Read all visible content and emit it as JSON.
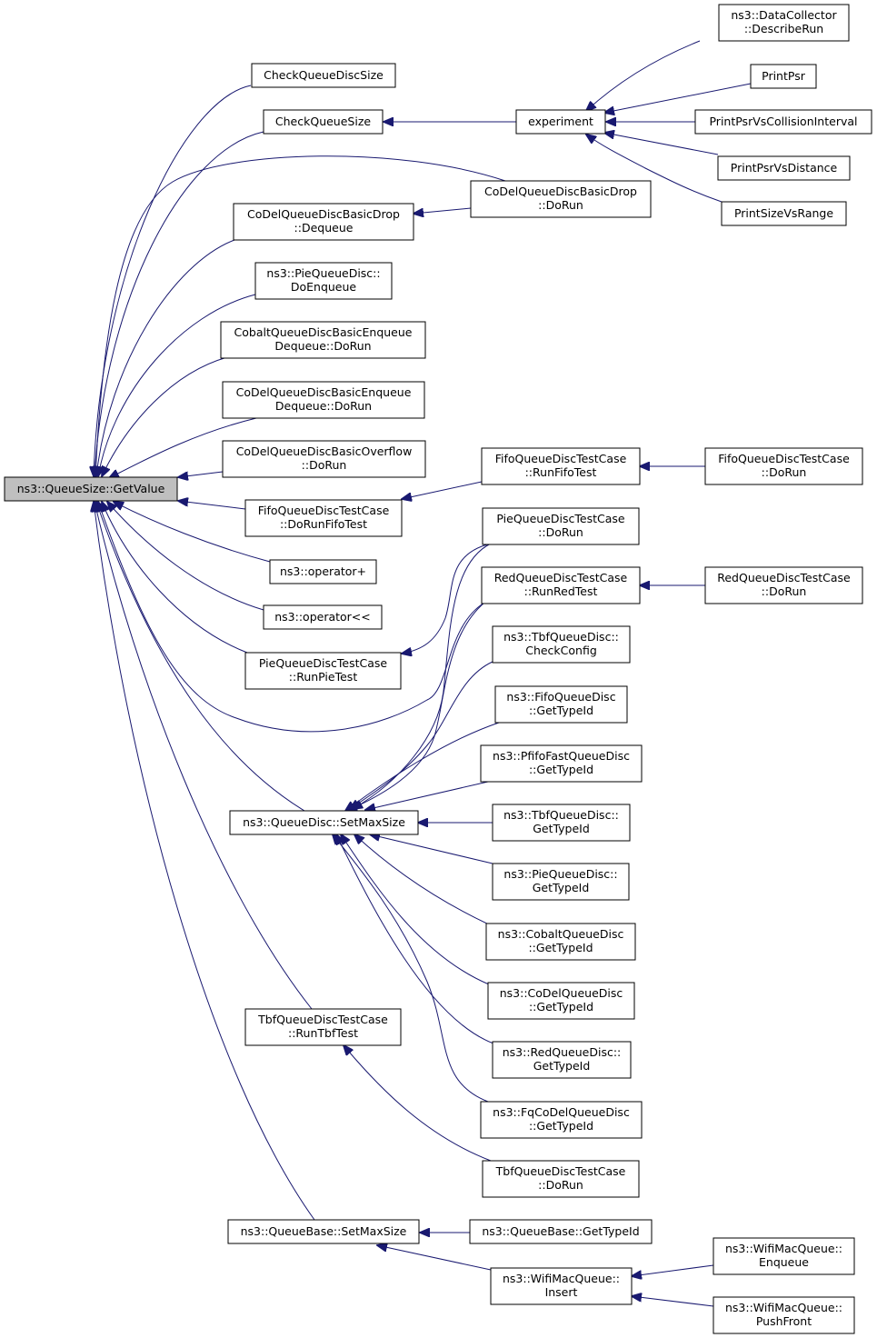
{
  "graph": {
    "nodes": [
      {
        "id": "root",
        "lines": [
          "ns3::QueueSize::GetValue"
        ],
        "root": true
      },
      {
        "id": "checkqueuediscsize",
        "lines": [
          "CheckQueueDiscSize"
        ]
      },
      {
        "id": "checkqueuesize",
        "lines": [
          "CheckQueueSize"
        ]
      },
      {
        "id": "experiment",
        "lines": [
          "experiment"
        ]
      },
      {
        "id": "datacollector-describerun",
        "lines": [
          "ns3::DataCollector",
          "::DescribeRun"
        ]
      },
      {
        "id": "printpsr",
        "lines": [
          "PrintPsr"
        ]
      },
      {
        "id": "printpsrvscollisioninterval",
        "lines": [
          "PrintPsrVsCollisionInterval"
        ]
      },
      {
        "id": "printpsrvsdistance",
        "lines": [
          "PrintPsrVsDistance"
        ]
      },
      {
        "id": "printsizevsrange",
        "lines": [
          "PrintSizeVsRange"
        ]
      },
      {
        "id": "codelbasicdrop-dequeue",
        "lines": [
          "CoDelQueueDiscBasicDrop",
          "::Dequeue"
        ]
      },
      {
        "id": "codelbasicdrop-dorun",
        "lines": [
          "CoDelQueueDiscBasicDrop",
          "::DoRun"
        ]
      },
      {
        "id": "piequeuedisc-doenqueue",
        "lines": [
          "ns3::PieQueueDisc::",
          "DoEnqueue"
        ]
      },
      {
        "id": "cobaltbasicenqueuedequeue-dorun",
        "lines": [
          "CobaltQueueDiscBasicEnqueue",
          "Dequeue::DoRun"
        ]
      },
      {
        "id": "codelbasicenqueuedequeue-dorun",
        "lines": [
          "CoDelQueueDiscBasicEnqueue",
          "Dequeue::DoRun"
        ]
      },
      {
        "id": "codelbasicoverflow-dorun",
        "lines": [
          "CoDelQueueDiscBasicOverflow",
          "::DoRun"
        ]
      },
      {
        "id": "fifotestcase-dorunfifotest",
        "lines": [
          "FifoQueueDiscTestCase",
          "::DoRunFifoTest"
        ]
      },
      {
        "id": "fifotestcase-runfifotest",
        "lines": [
          "FifoQueueDiscTestCase",
          "::RunFifoTest"
        ]
      },
      {
        "id": "fifotestcase-dorun",
        "lines": [
          "FifoQueueDiscTestCase",
          "::DoRun"
        ]
      },
      {
        "id": "operator-plus",
        "lines": [
          "ns3::operator+"
        ]
      },
      {
        "id": "operator-shift",
        "lines": [
          "ns3::operator<<"
        ]
      },
      {
        "id": "pietestcase-runpietest",
        "lines": [
          "PieQueueDiscTestCase",
          "::RunPieTest"
        ]
      },
      {
        "id": "pietestcase-dorun",
        "lines": [
          "PieQueueDiscTestCase",
          "::DoRun"
        ]
      },
      {
        "id": "redtestcase-runredtest",
        "lines": [
          "RedQueueDiscTestCase",
          "::RunRedTest"
        ]
      },
      {
        "id": "redtestcase-dorun",
        "lines": [
          "RedQueueDiscTestCase",
          "::DoRun"
        ]
      },
      {
        "id": "tbfqueuedisc-checkconfig",
        "lines": [
          "ns3::TbfQueueDisc::",
          "CheckConfig"
        ]
      },
      {
        "id": "fifoqueuedisc-gettypeid",
        "lines": [
          "ns3::FifoQueueDisc",
          "::GetTypeId"
        ]
      },
      {
        "id": "pfifofastqueuedisc-gettypeid",
        "lines": [
          "ns3::PfifoFastQueueDisc",
          "::GetTypeId"
        ]
      },
      {
        "id": "queuedisc-setmaxsize",
        "lines": [
          "ns3::QueueDisc::SetMaxSize"
        ]
      },
      {
        "id": "tbfqueuedisc-gettypeid",
        "lines": [
          "ns3::TbfQueueDisc::",
          "GetTypeId"
        ]
      },
      {
        "id": "piequeuedisc-gettypeid",
        "lines": [
          "ns3::PieQueueDisc::",
          "GetTypeId"
        ]
      },
      {
        "id": "cobaltqueuedisc-gettypeid",
        "lines": [
          "ns3::CobaltQueueDisc",
          "::GetTypeId"
        ]
      },
      {
        "id": "codelqueuedisc-gettypeid",
        "lines": [
          "ns3::CoDelQueueDisc",
          "::GetTypeId"
        ]
      },
      {
        "id": "redqueuedisc-gettypeid",
        "lines": [
          "ns3::RedQueueDisc::",
          "GetTypeId"
        ]
      },
      {
        "id": "fqcodelqueuedisc-gettypeid",
        "lines": [
          "ns3::FqCoDelQueueDisc",
          "::GetTypeId"
        ]
      },
      {
        "id": "tbftestcase-runtbftest",
        "lines": [
          "TbfQueueDiscTestCase",
          "::RunTbfTest"
        ]
      },
      {
        "id": "tbftestcase-dorun",
        "lines": [
          "TbfQueueDiscTestCase",
          "::DoRun"
        ]
      },
      {
        "id": "queuebase-setmaxsize",
        "lines": [
          "ns3::QueueBase::SetMaxSize"
        ]
      },
      {
        "id": "queuebase-gettypeid",
        "lines": [
          "ns3::QueueBase::GetTypeId"
        ]
      },
      {
        "id": "wifimacqueue-insert",
        "lines": [
          "ns3::WifiMacQueue::",
          "Insert"
        ]
      },
      {
        "id": "wifimacqueue-enqueue",
        "lines": [
          "ns3::WifiMacQueue::",
          "Enqueue"
        ]
      },
      {
        "id": "wifimacqueue-pushfront",
        "lines": [
          "ns3::WifiMacQueue::",
          "PushFront"
        ]
      }
    ],
    "edges": [
      {
        "from": "checkqueuediscsize",
        "to": "root"
      },
      {
        "from": "checkqueuesize",
        "to": "root"
      },
      {
        "from": "codelbasicdrop-dorun",
        "to": "root"
      },
      {
        "from": "codelbasicdrop-dequeue",
        "to": "root"
      },
      {
        "from": "piequeuedisc-doenqueue",
        "to": "root"
      },
      {
        "from": "cobaltbasicenqueuedequeue-dorun",
        "to": "root"
      },
      {
        "from": "codelbasicenqueuedequeue-dorun",
        "to": "root"
      },
      {
        "from": "codelbasicoverflow-dorun",
        "to": "root"
      },
      {
        "from": "fifotestcase-dorunfifotest",
        "to": "root"
      },
      {
        "from": "operator-plus",
        "to": "root"
      },
      {
        "from": "operator-shift",
        "to": "root"
      },
      {
        "from": "pietestcase-runpietest",
        "to": "root"
      },
      {
        "from": "redtestcase-runredtest",
        "to": "root"
      },
      {
        "from": "queuedisc-setmaxsize",
        "to": "root"
      },
      {
        "from": "tbftestcase-runtbftest",
        "to": "root"
      },
      {
        "from": "queuebase-setmaxsize",
        "to": "root"
      },
      {
        "from": "experiment",
        "to": "checkqueuesize"
      },
      {
        "from": "datacollector-describerun",
        "to": "experiment"
      },
      {
        "from": "printpsr",
        "to": "experiment"
      },
      {
        "from": "printpsrvscollisioninterval",
        "to": "experiment"
      },
      {
        "from": "printpsrvsdistance",
        "to": "experiment"
      },
      {
        "from": "printsizevsrange",
        "to": "experiment"
      },
      {
        "from": "codelbasicdrop-dorun",
        "to": "codelbasicdrop-dequeue"
      },
      {
        "from": "fifotestcase-runfifotest",
        "to": "fifotestcase-dorunfifotest"
      },
      {
        "from": "fifotestcase-dorun",
        "to": "fifotestcase-runfifotest"
      },
      {
        "from": "pietestcase-dorun",
        "to": "pietestcase-runpietest"
      },
      {
        "from": "redtestcase-dorun",
        "to": "redtestcase-runredtest"
      },
      {
        "from": "pietestcase-dorun",
        "to": "queuedisc-setmaxsize"
      },
      {
        "from": "redtestcase-runredtest",
        "to": "queuedisc-setmaxsize"
      },
      {
        "from": "tbfqueuedisc-checkconfig",
        "to": "queuedisc-setmaxsize"
      },
      {
        "from": "fifoqueuedisc-gettypeid",
        "to": "queuedisc-setmaxsize"
      },
      {
        "from": "pfifofastqueuedisc-gettypeid",
        "to": "queuedisc-setmaxsize"
      },
      {
        "from": "tbfqueuedisc-gettypeid",
        "to": "queuedisc-setmaxsize"
      },
      {
        "from": "piequeuedisc-gettypeid",
        "to": "queuedisc-setmaxsize"
      },
      {
        "from": "cobaltqueuedisc-gettypeid",
        "to": "queuedisc-setmaxsize"
      },
      {
        "from": "codelqueuedisc-gettypeid",
        "to": "queuedisc-setmaxsize"
      },
      {
        "from": "redqueuedisc-gettypeid",
        "to": "queuedisc-setmaxsize"
      },
      {
        "from": "fqcodelqueuedisc-gettypeid",
        "to": "queuedisc-setmaxsize"
      },
      {
        "from": "tbftestcase-dorun",
        "to": "tbftestcase-runtbftest"
      },
      {
        "from": "queuebase-gettypeid",
        "to": "queuebase-setmaxsize"
      },
      {
        "from": "wifimacqueue-insert",
        "to": "queuebase-setmaxsize"
      },
      {
        "from": "wifimacqueue-enqueue",
        "to": "wifimacqueue-insert"
      },
      {
        "from": "wifimacqueue-pushfront",
        "to": "wifimacqueue-insert"
      }
    ]
  }
}
